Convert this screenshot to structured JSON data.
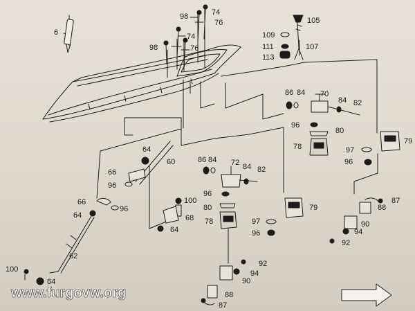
{
  "labels": [
    {
      "id": "c6",
      "text": "6"
    },
    {
      "id": "c98a",
      "text": "98"
    },
    {
      "id": "c74a",
      "text": "74"
    },
    {
      "id": "c76a",
      "text": "76"
    },
    {
      "id": "c74b",
      "text": "74"
    },
    {
      "id": "c98b",
      "text": "98"
    },
    {
      "id": "c76b",
      "text": "76"
    },
    {
      "id": "c105",
      "text": "105"
    },
    {
      "id": "c109",
      "text": "109"
    },
    {
      "id": "c111",
      "text": "111"
    },
    {
      "id": "c107",
      "text": "107"
    },
    {
      "id": "c113",
      "text": "113"
    },
    {
      "id": "c86a",
      "text": "86"
    },
    {
      "id": "c84a",
      "text": "84"
    },
    {
      "id": "c70",
      "text": "70"
    },
    {
      "id": "c84b",
      "text": "84"
    },
    {
      "id": "c82a",
      "text": "82"
    },
    {
      "id": "c96a",
      "text": "96"
    },
    {
      "id": "c80a",
      "text": "80"
    },
    {
      "id": "c78a",
      "text": "78"
    },
    {
      "id": "c79a",
      "text": "79"
    },
    {
      "id": "c97a",
      "text": "97"
    },
    {
      "id": "c96b",
      "text": "96"
    },
    {
      "id": "c64a",
      "text": "64"
    },
    {
      "id": "c60",
      "text": "60"
    },
    {
      "id": "c66a",
      "text": "66"
    },
    {
      "id": "c96c",
      "text": "96"
    },
    {
      "id": "c86b",
      "text": "86"
    },
    {
      "id": "c84c",
      "text": "84"
    },
    {
      "id": "c72",
      "text": "72"
    },
    {
      "id": "c84d",
      "text": "84"
    },
    {
      "id": "c82b",
      "text": "82"
    },
    {
      "id": "c96d",
      "text": "96"
    },
    {
      "id": "c80b",
      "text": "80"
    },
    {
      "id": "c78b",
      "text": "78"
    },
    {
      "id": "c79b",
      "text": "79"
    },
    {
      "id": "c97b",
      "text": "97"
    },
    {
      "id": "c96e",
      "text": "96"
    },
    {
      "id": "c87a",
      "text": "87"
    },
    {
      "id": "c88a",
      "text": "88"
    },
    {
      "id": "c90a",
      "text": "90"
    },
    {
      "id": "c94a",
      "text": "94"
    },
    {
      "id": "c92a",
      "text": "92"
    },
    {
      "id": "c66b",
      "text": "66"
    },
    {
      "id": "c96f",
      "text": "96"
    },
    {
      "id": "c100a",
      "text": "100"
    },
    {
      "id": "c64b",
      "text": "64"
    },
    {
      "id": "c68",
      "text": "68"
    },
    {
      "id": "c64c",
      "text": "64"
    },
    {
      "id": "c62",
      "text": "62"
    },
    {
      "id": "c100b",
      "text": "100"
    },
    {
      "id": "c64d",
      "text": "64"
    },
    {
      "id": "c92b",
      "text": "92"
    },
    {
      "id": "c94b",
      "text": "94"
    },
    {
      "id": "c90b",
      "text": "90"
    },
    {
      "id": "c88b",
      "text": "88"
    },
    {
      "id": "c87b",
      "text": "87"
    }
  ],
  "watermark": "www.furgovw.org",
  "colors": {
    "ink": "#1b1b1b",
    "paper": "#e3ddd3",
    "watermark": "#ffffff"
  }
}
